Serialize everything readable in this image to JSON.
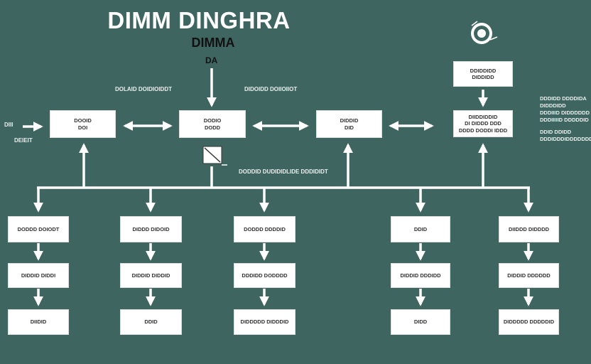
{
  "title": "DIMM DINGHRA",
  "subtitle": "DIMMA",
  "sub_label": "DA",
  "left_input": {
    "line1": "DIII",
    "line2": "DEIEIT"
  },
  "labels": {
    "label_a": "DOLAID DOIDIOIDDT",
    "label_b": "DIDOIDD DOIIOIIOT",
    "label_c": "DODDID DUDIDIDLIDE DDDIDIDT"
  },
  "top_row": [
    {
      "line1": "DOOID",
      "line2": "DOI"
    },
    {
      "line1": "DODIO",
      "line2": "DODD"
    },
    {
      "line1": "DIDDID",
      "line2": "DID"
    },
    {
      "line1": "DIIDDIDDID",
      "line2": "DI DIDDD DDD",
      "line3": "DDDD DODDI IDDD"
    }
  ],
  "top_right_box": {
    "line1": "DDIDDIDD",
    "line2": "DIDDIDD"
  },
  "side_text": [
    "DDDIDD DDDDIDA",
    "DIDDDIDD",
    "DDDIIID DIDDDDDD",
    "DDDIIIIID DDDDDID",
    "DDID DDIDD",
    "DDDIDDDIDDDDDDD DDDD"
  ],
  "columns": [
    [
      "DODDD DOIODT",
      "DIDDID DIDDI",
      "DIIDID"
    ],
    [
      "DIDDD DIDOID",
      "DIDDID DIDDID",
      "DDID"
    ],
    [
      "DODDD DDDDID",
      "DDDIDD DODDDD",
      "DIDDDDD DIDDDID"
    ],
    [
      "DDID",
      "DIDDID DDDIDD",
      "DIDD"
    ],
    [
      "DIIDDD DIDDDD",
      "DIDDID DDDDDD",
      "DIDDDDD DDDDDID"
    ]
  ]
}
